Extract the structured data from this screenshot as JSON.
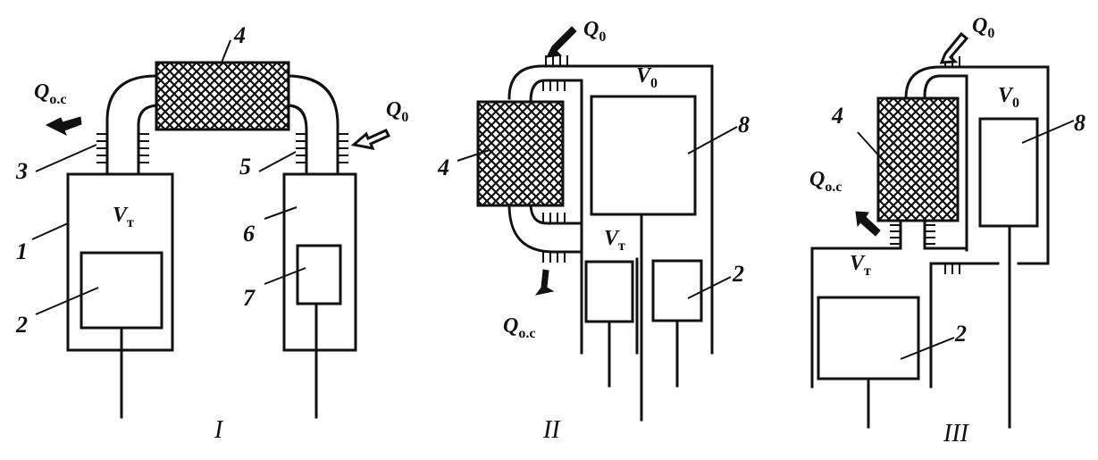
{
  "labels": {
    "n1": "1",
    "n2": "2",
    "n3": "3",
    "n4": "4",
    "n5": "5",
    "n6": "6",
    "n7": "7",
    "n8": "8"
  },
  "symbols": {
    "q_main": "Q",
    "q0_sub": "0",
    "qoc_sub": "o.c",
    "v_main": "V",
    "vt_sub": "т",
    "v0_sub": "0"
  },
  "panels": [
    "I",
    "II",
    "III"
  ]
}
